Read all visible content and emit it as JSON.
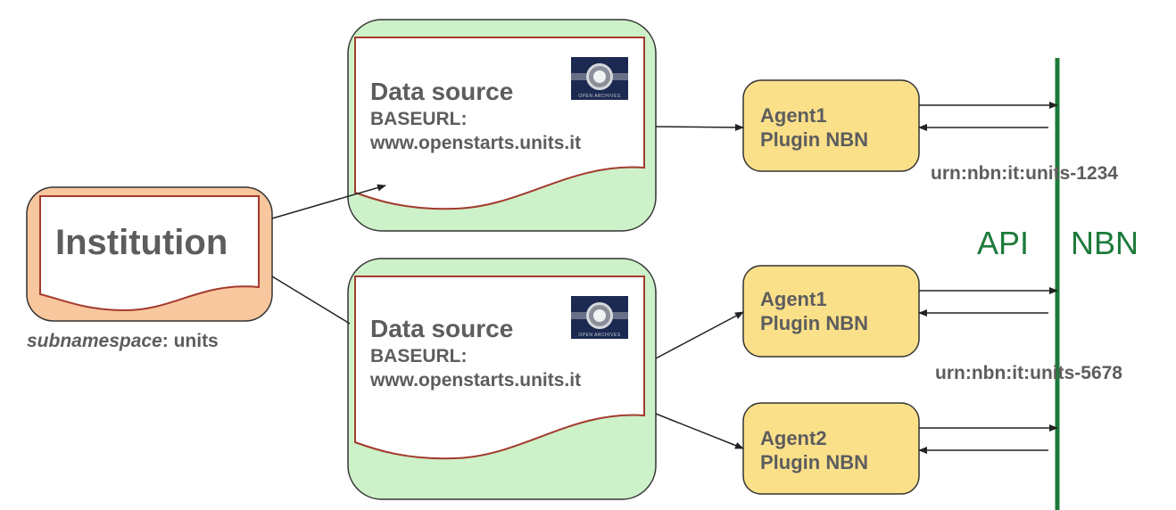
{
  "institution": {
    "label": "Institution",
    "subnamespace_prefix": "subnamespace",
    "subnamespace_value": ": units"
  },
  "data_sources": [
    {
      "title": "Data source",
      "baseurl_label": "BASEURL:",
      "baseurl_value": "www.openstarts.units.it",
      "logo_caption": "OPEN ARCHIVES"
    },
    {
      "title": "Data source",
      "baseurl_label": "BASEURL:",
      "baseurl_value": "www.openstarts.units.it",
      "logo_caption": "OPEN ARCHIVES"
    }
  ],
  "agents": [
    {
      "name": "Agent1",
      "plugin": "Plugin NBN"
    },
    {
      "name": "Agent1",
      "plugin": "Plugin NBN"
    },
    {
      "name": "Agent2",
      "plugin": "Plugin NBN"
    }
  ],
  "urns": [
    "urn:nbn:it:units-1234",
    "urn:nbn:it:units-5678"
  ],
  "api": {
    "left": "API",
    "right": "NBN"
  },
  "colors": {
    "institution_fill": "#f9c79e",
    "datasource_fill": "#cdf1c8",
    "agent_fill": "#fbe08a",
    "doc_border": "#a33a2e",
    "api_line": "#1c7a3a",
    "text": "#5d5d5d"
  }
}
